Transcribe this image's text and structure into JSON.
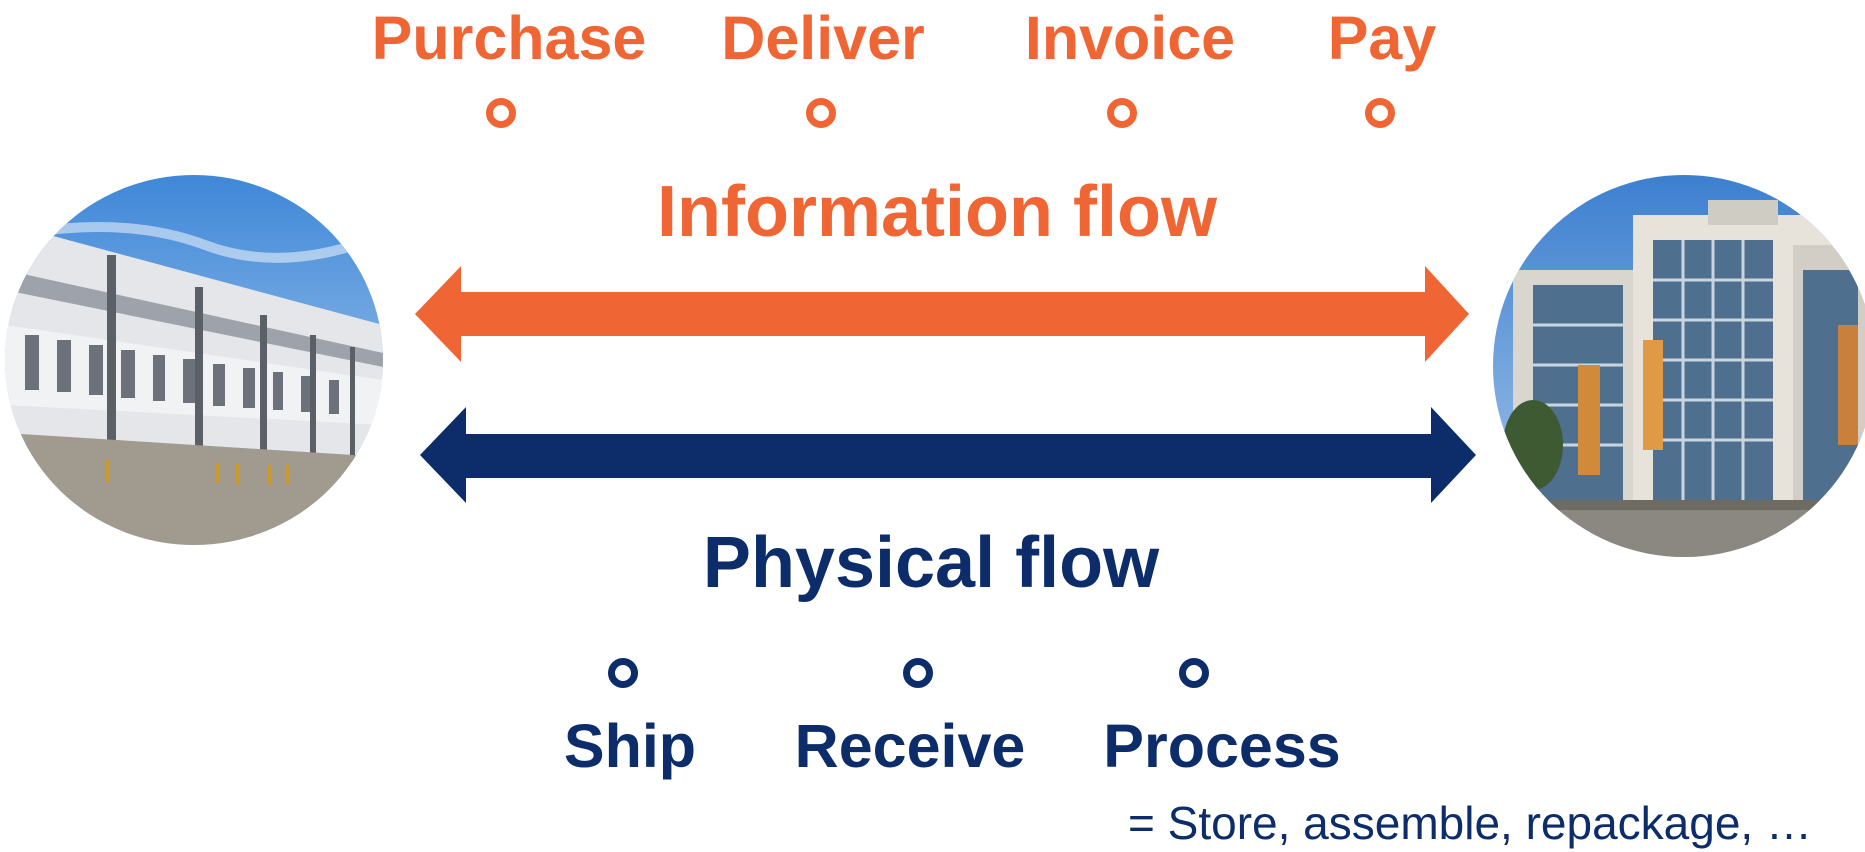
{
  "information_flow": {
    "title": "Information flow",
    "color": "#ef6634",
    "steps": [
      "Purchase",
      "Deliver",
      "Invoice",
      "Pay"
    ]
  },
  "physical_flow": {
    "title": "Physical flow",
    "color": "#0c2d69",
    "steps": [
      "Ship",
      "Receive",
      "Process"
    ],
    "note": "= Store, assemble, repackage, …"
  },
  "images": {
    "left": "warehouse-photo",
    "right": "office-building-photo"
  }
}
